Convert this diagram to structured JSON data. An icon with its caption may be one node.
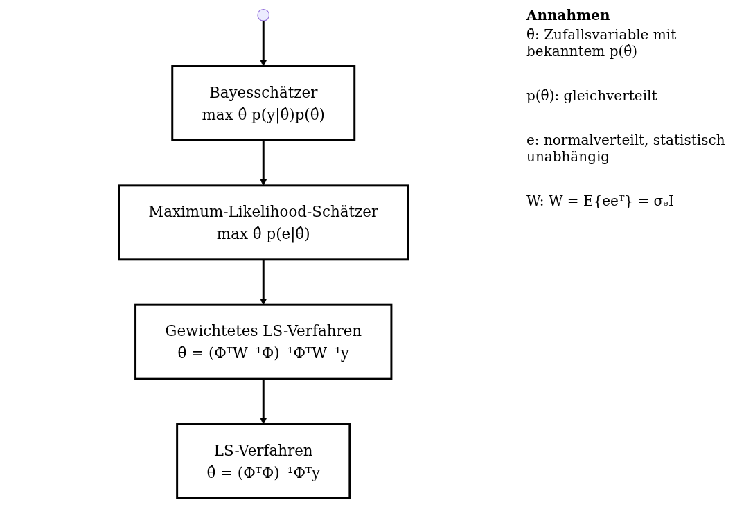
{
  "diagram": {
    "nodes": [
      {
        "text": [
          "Bayesschätzer",
          "max θ̂ p(y|θ̂)p(θ̂)"
        ]
      },
      {
        "text": [
          "Maximum-Likelihood-Schätzer",
          "max θ̂ p(e|θ̂)"
        ]
      },
      {
        "text": [
          "Gewichtetes LS-Verfahren",
          "θ̂ = (ΦᵀW⁻¹Φ)⁻¹ΦᵀW⁻¹y"
        ]
      },
      {
        "text": [
          "LS-Verfahren",
          "θ̂ = (ΦᵀΦ)⁻¹Φᵀy"
        ]
      }
    ],
    "edges": [
      {
        "from": null,
        "to": 0,
        "arrow": "to"
      },
      {
        "from": 0,
        "to": 1,
        "arrow": "to"
      },
      {
        "from": 1,
        "to": 2,
        "arrow": "to"
      },
      {
        "from": 2,
        "to": 3,
        "arrow": "to"
      }
    ],
    "labels": [
      "Annahmen",
      "θ̂: Zufallsvariable mit bekanntem p(θ̂)",
      "p(θ̂): gleichverteilt",
      "e: normalverteilt, statistisch unabhängig",
      "W: W = E{eeᵀ} = σₑI"
    ]
  }
}
